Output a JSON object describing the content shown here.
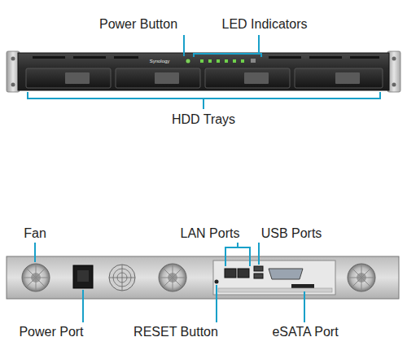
{
  "diagram": {
    "labels": [
      "Power Button",
      "LED Indicators",
      "Synology",
      "HDD Trays",
      "Fan",
      "LAN Ports",
      "USB Ports",
      "Power Port",
      "RESET Button",
      "eSATA Port"
    ]
  }
}
